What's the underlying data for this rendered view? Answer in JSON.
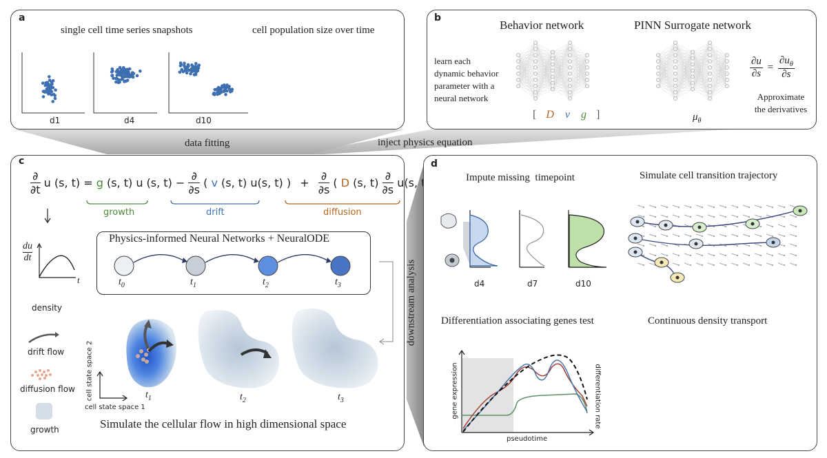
{
  "panel_a": {
    "label": "a",
    "title_left": "single cell time series snapshots",
    "title_right": "cell population size over time",
    "plots": [
      "d1",
      "d4",
      "d10"
    ]
  },
  "panel_b": {
    "label": "b",
    "behavior_title": "Behavior network",
    "pinn_title": "PINN Surrogate network",
    "learn_text": [
      "learn each",
      "dynamic behavior",
      "parameter with a",
      "neural network"
    ],
    "param_open": "[",
    "param_D": "D",
    "param_v": "v",
    "param_g": "g",
    "param_close": "]",
    "mu": "μ",
    "mu_sub": "θ",
    "deriv_lhs_num": "∂u",
    "deriv_lhs_den": "∂s",
    "deriv_rhs_num": "∂u",
    "deriv_rhs_sub": "θ",
    "deriv_rhs_den": "∂s",
    "approx_text": [
      "Approximate",
      "the derivatives"
    ]
  },
  "connectors": {
    "data_fitting": "data fitting",
    "inject": "inject physics equation"
  },
  "panel_c": {
    "label": "c",
    "eq_parts": {
      "lhs_d": "∂",
      "lhs_dt": "∂t",
      "lhs_u": "u (s, t) =",
      "g": "g",
      "g_rest": "(s, t) u (s, t) −",
      "d1": "∂",
      "ds1": "∂s",
      "open1": "(",
      "v": "v",
      "v_rest": "(s, t) u(s, t) )",
      "plus": "+",
      "d2": "∂",
      "ds2": "∂s",
      "open2": "(",
      "D": "D",
      "D_rest": "(s, t)",
      "d3": "∂",
      "ds3": "∂s",
      "u_end": "u(s, t) )"
    },
    "growth": "growth",
    "drift": "drift",
    "diffusion": "diffusion",
    "du": "du",
    "dt": "dt",
    "t_axis": "t",
    "pinn_box_title": "Physics-informed Neural Networks + NeuralODE",
    "times": [
      "t",
      "t",
      "t",
      "t"
    ],
    "time_subs": [
      "0",
      "1",
      "2",
      "3"
    ],
    "legend": [
      "density",
      "drift flow",
      "diffusion flow",
      "growth"
    ],
    "axis_y": "cell state space 2",
    "axis_x": "cell state space 1",
    "flow_times": [
      "t",
      "t",
      "t"
    ],
    "flow_subs": [
      "1",
      "2",
      "3"
    ],
    "bottom_title": "Simulate the cellular flow in high dimensional space"
  },
  "panel_d": {
    "label": "d",
    "side_label": "downstream analysis",
    "impute_title": "Impute missing  timepoint",
    "trajectory_title": "Simulate cell transition trajectory",
    "genes_title": "Differentiation associating genes test",
    "transport_title": "Continuous density transport",
    "impute_labels": [
      "d4",
      "d7",
      "d10"
    ],
    "gene_ylabel": "gene expression",
    "gene_xlabel": "pseudotime",
    "gene_y2label": "differentiation rate"
  },
  "colors": {
    "blue": "#3e6fb0",
    "green": "#4d8a3a",
    "orange": "#b5651d",
    "red": "#a04038",
    "light_blue": "#c8d9ef",
    "light_green": "#bfe0a8"
  }
}
